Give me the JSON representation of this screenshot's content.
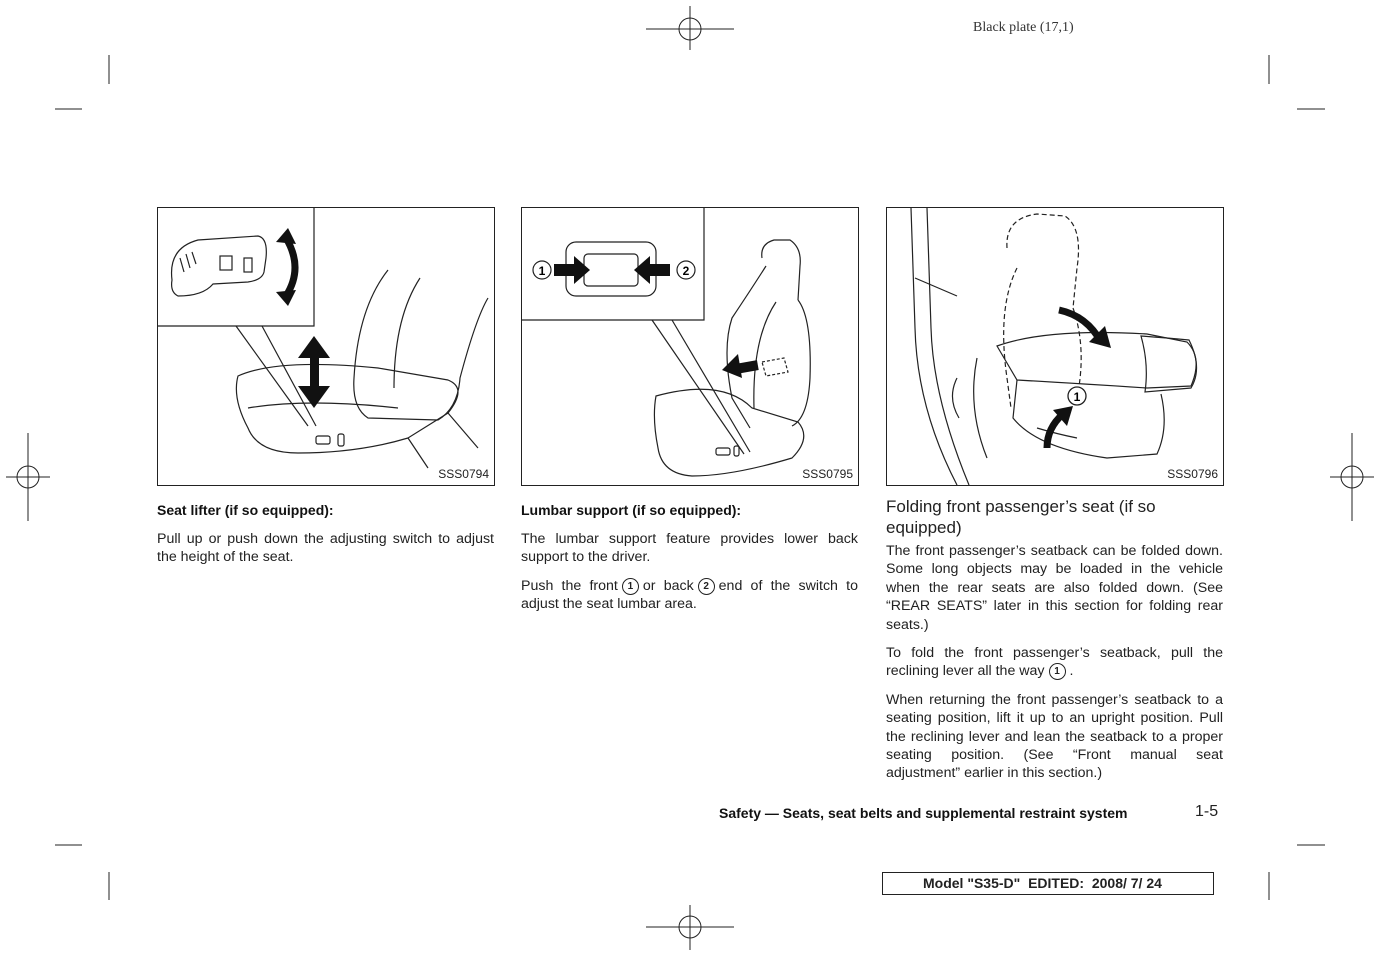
{
  "header": {
    "plate": "Black plate (17,1)"
  },
  "figures": [
    {
      "code": "SSS0794"
    },
    {
      "code": "SSS0795"
    },
    {
      "code": "SSS0796"
    }
  ],
  "col1": {
    "heading": "Seat lifter (if so equipped):",
    "para1": "Pull up or push down the adjusting switch to adjust the height of the seat."
  },
  "col2": {
    "heading": "Lumbar support (if so equipped):",
    "para1": "The lumbar support feature provides lower back support to the driver.",
    "para2_a": "Push the front",
    "para2_b": "or back",
    "para2_c": "end of the switch to adjust the seat lumbar area.",
    "marker1": "1",
    "marker2": "2"
  },
  "col3": {
    "heading": "Folding front passenger’s seat (if so equipped)",
    "para1": "The front passenger’s seatback can be folded down. Some long objects may be loaded in the vehicle when the rear seats are also folded down. (See “REAR SEATS” later in this section for folding rear seats.)",
    "para2_a": "To fold the front passenger’s seatback, pull the reclining lever all the way",
    "para2_b": ".",
    "marker1": "1",
    "para3": "When returning the front passenger’s seatback to a seating position, lift it up to an upright position. Pull the reclining lever and lean the seatback to a proper seating position. (See “Front manual seat adjustment” earlier in this section.)"
  },
  "footer": {
    "section": "Safety — Seats, seat belts and supplemental restraint system",
    "page": "1-5",
    "model": "Model \"S35-D\"  EDITED:  2008/ 7/ 24"
  }
}
